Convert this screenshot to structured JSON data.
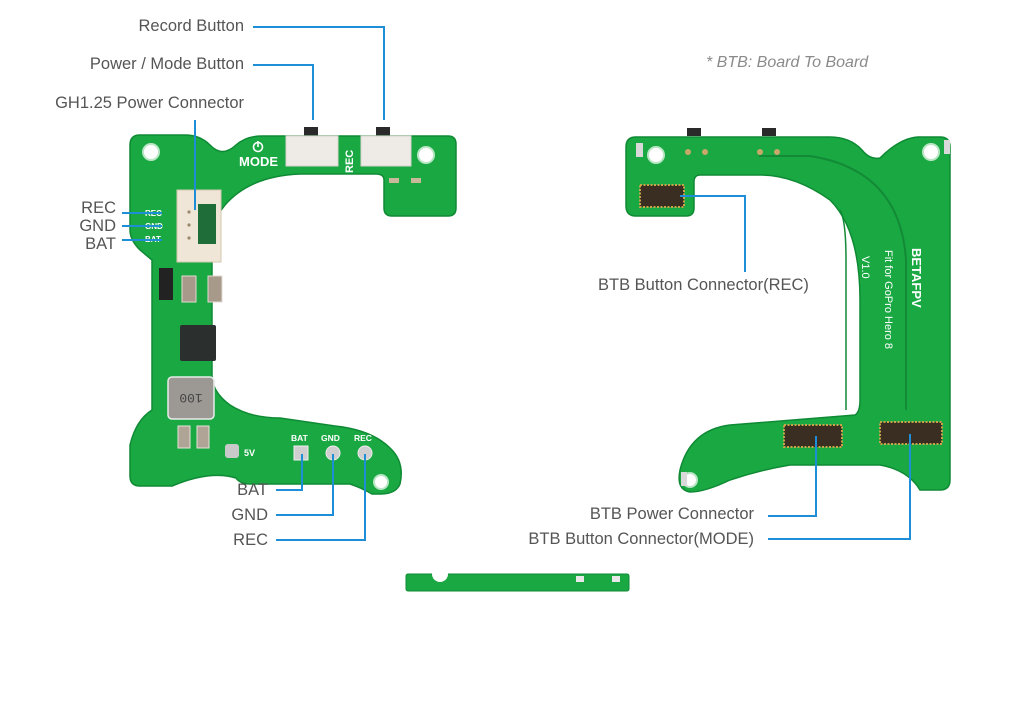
{
  "note": "* BTB: Board To Board",
  "colors": {
    "pcb_green": "#1aa843",
    "pcb_edge": "#0f8a34",
    "leader_blue": "#1e8fd6",
    "label_gray": "#555555"
  },
  "left_board": {
    "callouts": {
      "record_button": "Record Button",
      "power_mode_button": "Power / Mode Button",
      "gh125_connector": "GH1.25 Power Connector",
      "pin_rec": "REC",
      "pin_gnd": "GND",
      "pin_bat": "BAT",
      "pad_bat": "BAT",
      "pad_gnd": "GND",
      "pad_rec": "REC"
    },
    "silkscreen": {
      "mode": "MODE",
      "rec": "REC",
      "pin_rec": "REC",
      "pin_gnd": "GND",
      "pin_bat": "BAT",
      "inductor": "100",
      "five_v": "5V",
      "pad_bat": "BAT",
      "pad_gnd": "GND",
      "pad_rec": "REC"
    }
  },
  "right_board": {
    "callouts": {
      "btb_rec": "BTB Button Connector(REC)",
      "btb_power": "BTB Power Connector",
      "btb_mode": "BTB Button Connector(MODE)"
    },
    "silkscreen": {
      "brand": "BETAFPV",
      "fit": "Fit for GoPro Hero 8",
      "version": "V1.0"
    }
  }
}
